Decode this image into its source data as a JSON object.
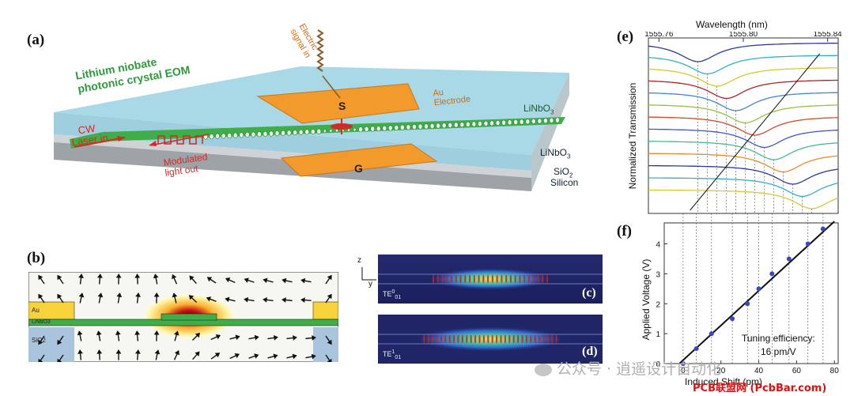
{
  "panels": {
    "a": "(a)",
    "b": "(b)",
    "c": "(c)",
    "d": "(d)",
    "e": "(e)",
    "f": "(f)"
  },
  "device": {
    "title_line1": "Lithium niobate",
    "title_line2": "photonic crystal EOM",
    "electric_line1": "Electric",
    "electric_line2": "signal in",
    "au_line1": "Au",
    "au_line2": "Electrode",
    "s_label": "S",
    "g_label": "G",
    "linbo3_top": "LiNbO",
    "linbo3_top_sub": "3",
    "linbo3_mid": "LiNbO",
    "linbo3_mid_sub": "3",
    "sio2": "SiO",
    "sio2_sub": "2",
    "silicon": "Silicon",
    "cw_line1": "CW",
    "cw_line2": "Laser in",
    "mod_line1": "Modulated",
    "mod_line2": "light out",
    "colors": {
      "top": "#a9d8e6",
      "green": "#3fae49",
      "electrode": "#f39a2c",
      "red": "#d42a24"
    }
  },
  "cross_section": {
    "au_label": "Au",
    "linbo3_label": "LiNbO3",
    "sio2_label": "SiO2"
  },
  "modes": {
    "axis_z": "z",
    "axis_y": "y",
    "c_mode": "TE",
    "c_sup": "0",
    "c_sub": "01",
    "d_mode": "TE",
    "d_sup": "1",
    "d_sub": "01"
  },
  "chart_data": [
    {
      "type": "line",
      "panel": "e",
      "title": "",
      "xlabel": "Wavelength (nm)",
      "ylabel": "Normalized Transmission",
      "xlim": [
        1555.755,
        1555.845
      ],
      "x_ticks": [
        "1555.76",
        "1555.80",
        "1555.84"
      ],
      "resonance_dips_nm": [
        1555.7785,
        1555.783,
        1555.7875,
        1555.792,
        1555.7965,
        1555.801,
        1555.8055,
        1555.81,
        1555.8145,
        1555.819,
        1555.8235,
        1555.828,
        1555.8325
      ],
      "trace_count": 13
    },
    {
      "type": "scatter",
      "panel": "f",
      "title": "",
      "xlabel": "Induced Shift (pm)",
      "ylabel": "Applied Voltage (V)",
      "xlim": [
        -10,
        82
      ],
      "ylim": [
        0,
        4.7
      ],
      "x_ticks": [
        0,
        20,
        40,
        60,
        80
      ],
      "y_ticks": [
        0,
        1,
        2,
        3,
        4
      ],
      "x": [
        0,
        7,
        15,
        26,
        34,
        40,
        47,
        56,
        66,
        74
      ],
      "y": [
        0,
        0.5,
        1.0,
        1.5,
        2.0,
        2.5,
        3.0,
        3.5,
        4.0,
        4.5
      ],
      "fit_line": {
        "x": [
          -2,
          80
        ],
        "y": [
          0,
          4.75
        ]
      },
      "annotation_line1": "Tuning efficiency:",
      "annotation_line2": "16 pm/V"
    }
  ],
  "watermark": {
    "text": "公众号 · 逍遥设计自动化",
    "site": "PCB联盟网 (PcbBar.com)"
  }
}
